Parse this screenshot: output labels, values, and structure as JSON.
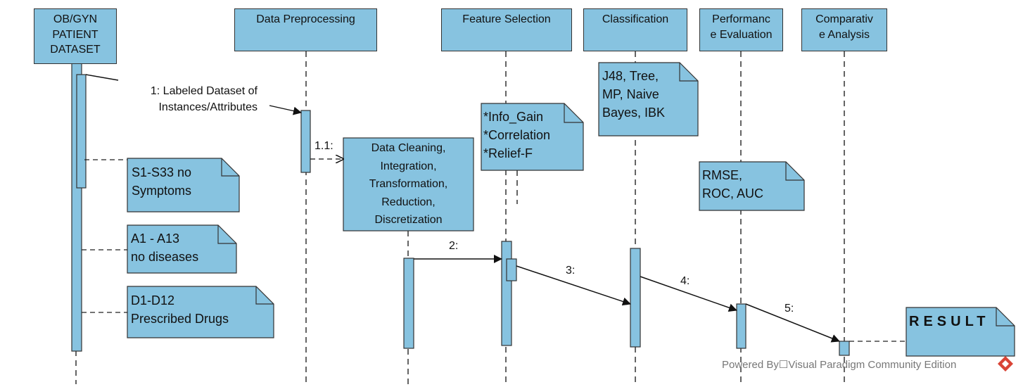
{
  "lifelines": [
    {
      "id": "ob",
      "label": "OB/GYN\nPATIENT\nDATASET"
    },
    {
      "id": "pre",
      "label": "Data Preprocessing"
    },
    {
      "id": "feat",
      "label": "Feature Selection"
    },
    {
      "id": "cls",
      "label": "Classification"
    },
    {
      "id": "perf",
      "label": "Performanc\ne Evaluation"
    },
    {
      "id": "comp",
      "label": "Comparativ\ne Analysis"
    }
  ],
  "messages": [
    {
      "label": "1: Labeled Dataset of\nInstances/Attributes"
    },
    {
      "label": "1.1:"
    },
    {
      "label": "2:"
    },
    {
      "label": "3:"
    },
    {
      "label": "4:"
    },
    {
      "label": "5:"
    }
  ],
  "notes": {
    "s_symptoms": "S1-S33 no\nSymptoms",
    "a_diseases": "A1 - A13\nno diseases",
    "d_drugs": "D1-D12\nPrescribed Drugs",
    "preprocessing_steps": "Data Cleaning,\nIntegration,\nTransformation,\nReduction,\nDiscretization",
    "feature_methods": "*Info_Gain\n*Correlation\n*Relief-F",
    "classifiers": "J48, Tree,\nMP, Naive\nBayes, IBK",
    "metrics": "RMSE,\nROC, AUC",
    "result": "RESULT"
  },
  "footer": {
    "text": "Powered By☐Visual Paradigm Community Edition"
  },
  "colors": {
    "fill": "#87c3e0",
    "stroke": "#333333",
    "logo": "#d94436"
  }
}
